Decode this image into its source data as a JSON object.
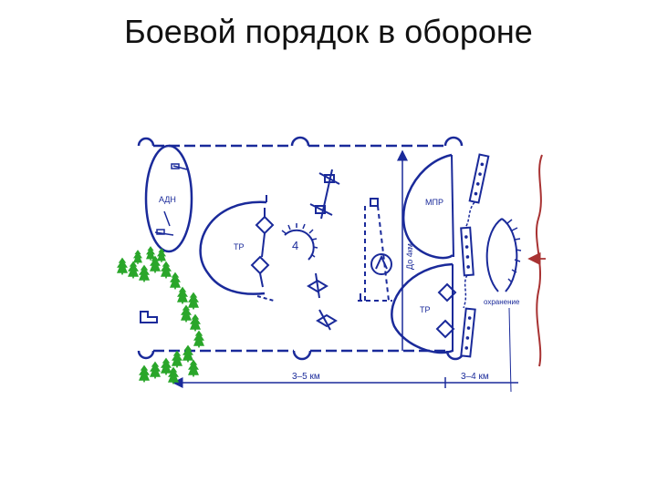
{
  "slide": {
    "title": "Боевой порядок в обороне"
  },
  "scheme": {
    "labels": {
      "adn": "АДН",
      "tr_left": "ТР",
      "tr_right": "ТР",
      "mpr": "МПР",
      "depth": "До 4км",
      "guard": "охранение",
      "dist_main": "3–5 км",
      "dist_guard": "3–4 км",
      "pos_number": "4"
    },
    "colors": {
      "ink": "#1a2a9a",
      "forest": "#2aa62a",
      "enemy_line": "#a83232"
    },
    "icons": [
      "tree-icon",
      "tank-icon",
      "artillery-icon",
      "platoon-strongpoint-icon",
      "arrow-icon"
    ]
  }
}
